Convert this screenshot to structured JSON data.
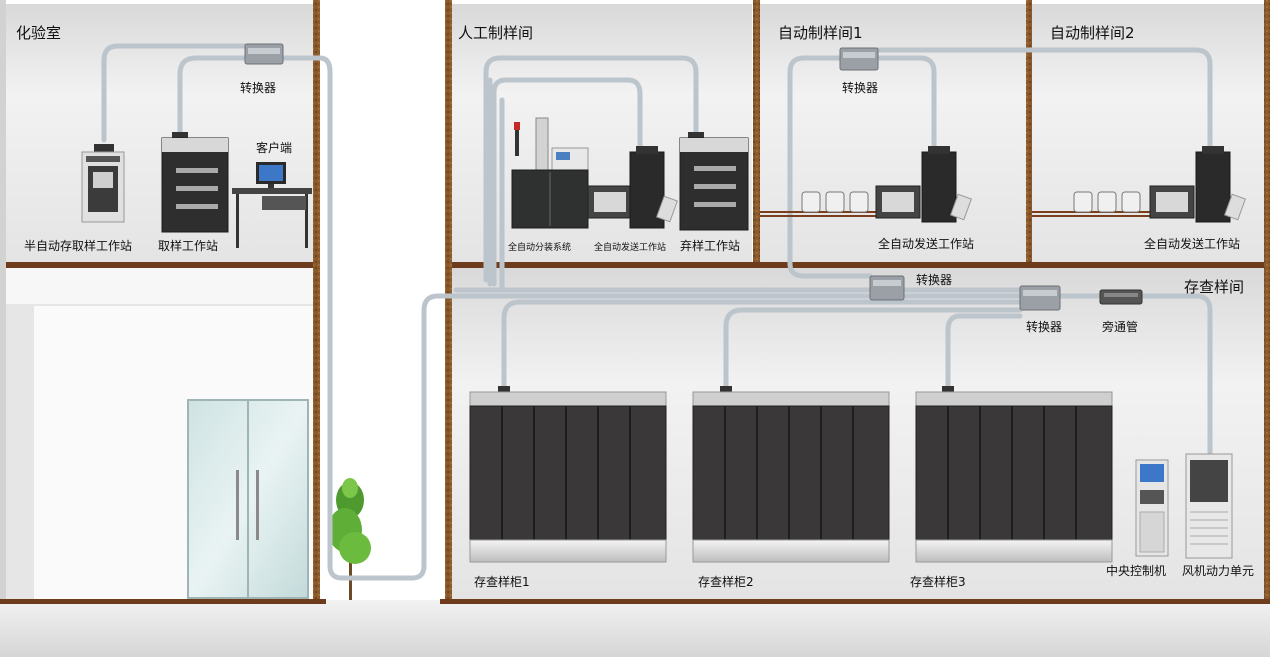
{
  "rooms": {
    "lab": "化验室",
    "manual_prep": "人工制样间",
    "auto_prep_1": "自动制样间1",
    "auto_prep_2": "自动制样间2",
    "storage": "存查样间"
  },
  "labels": {
    "converter": "转换器",
    "client": "客户端",
    "semi_auto_station": "半自动存取样工作站",
    "sampling_station": "取样工作站",
    "auto_split_system": "全自动分装系统",
    "auto_send_station": "全自动发送工作站",
    "discard_station": "弃样工作站",
    "bypass_pipe": "旁通管",
    "cabinet_1": "存查样柜1",
    "cabinet_2": "存查样柜2",
    "cabinet_3": "存查样柜3",
    "central_controller": "中央控制机",
    "fan_power_unit": "风机动力单元"
  },
  "colors": {
    "wall": "#8a5a2c",
    "floor": "#6e3b1c",
    "pipe": "#bcc4cc",
    "cabinet": "#3a3839",
    "room_bg": "#e8e8e8"
  }
}
